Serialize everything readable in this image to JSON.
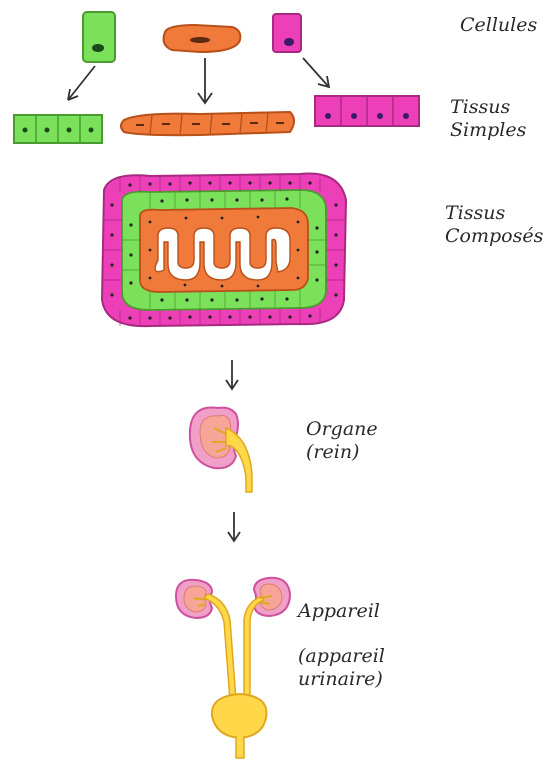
{
  "levels": {
    "cellules": {
      "label": "Cellules"
    },
    "tissus_simples": {
      "line1": "Tissus",
      "line2": "Simples"
    },
    "tissus_composes": {
      "line1": "Tissus",
      "line2": "Composés"
    },
    "organe": {
      "line1": "Organe",
      "line2": "(rein)"
    },
    "appareil": {
      "line1": "Appareil",
      "line2": "(appareil",
      "line3": "urinaire)"
    }
  },
  "colors": {
    "green_cell": "#7be05a",
    "orange_cell": "#f07a3a",
    "pink_cell": "#ec3fb8",
    "nucleus": "#1a3a1a",
    "kidney_outer": "#f0a0c8",
    "kidney_inner": "#f5a0a0",
    "ureter": "#ffd84a",
    "outline": "#333333"
  }
}
